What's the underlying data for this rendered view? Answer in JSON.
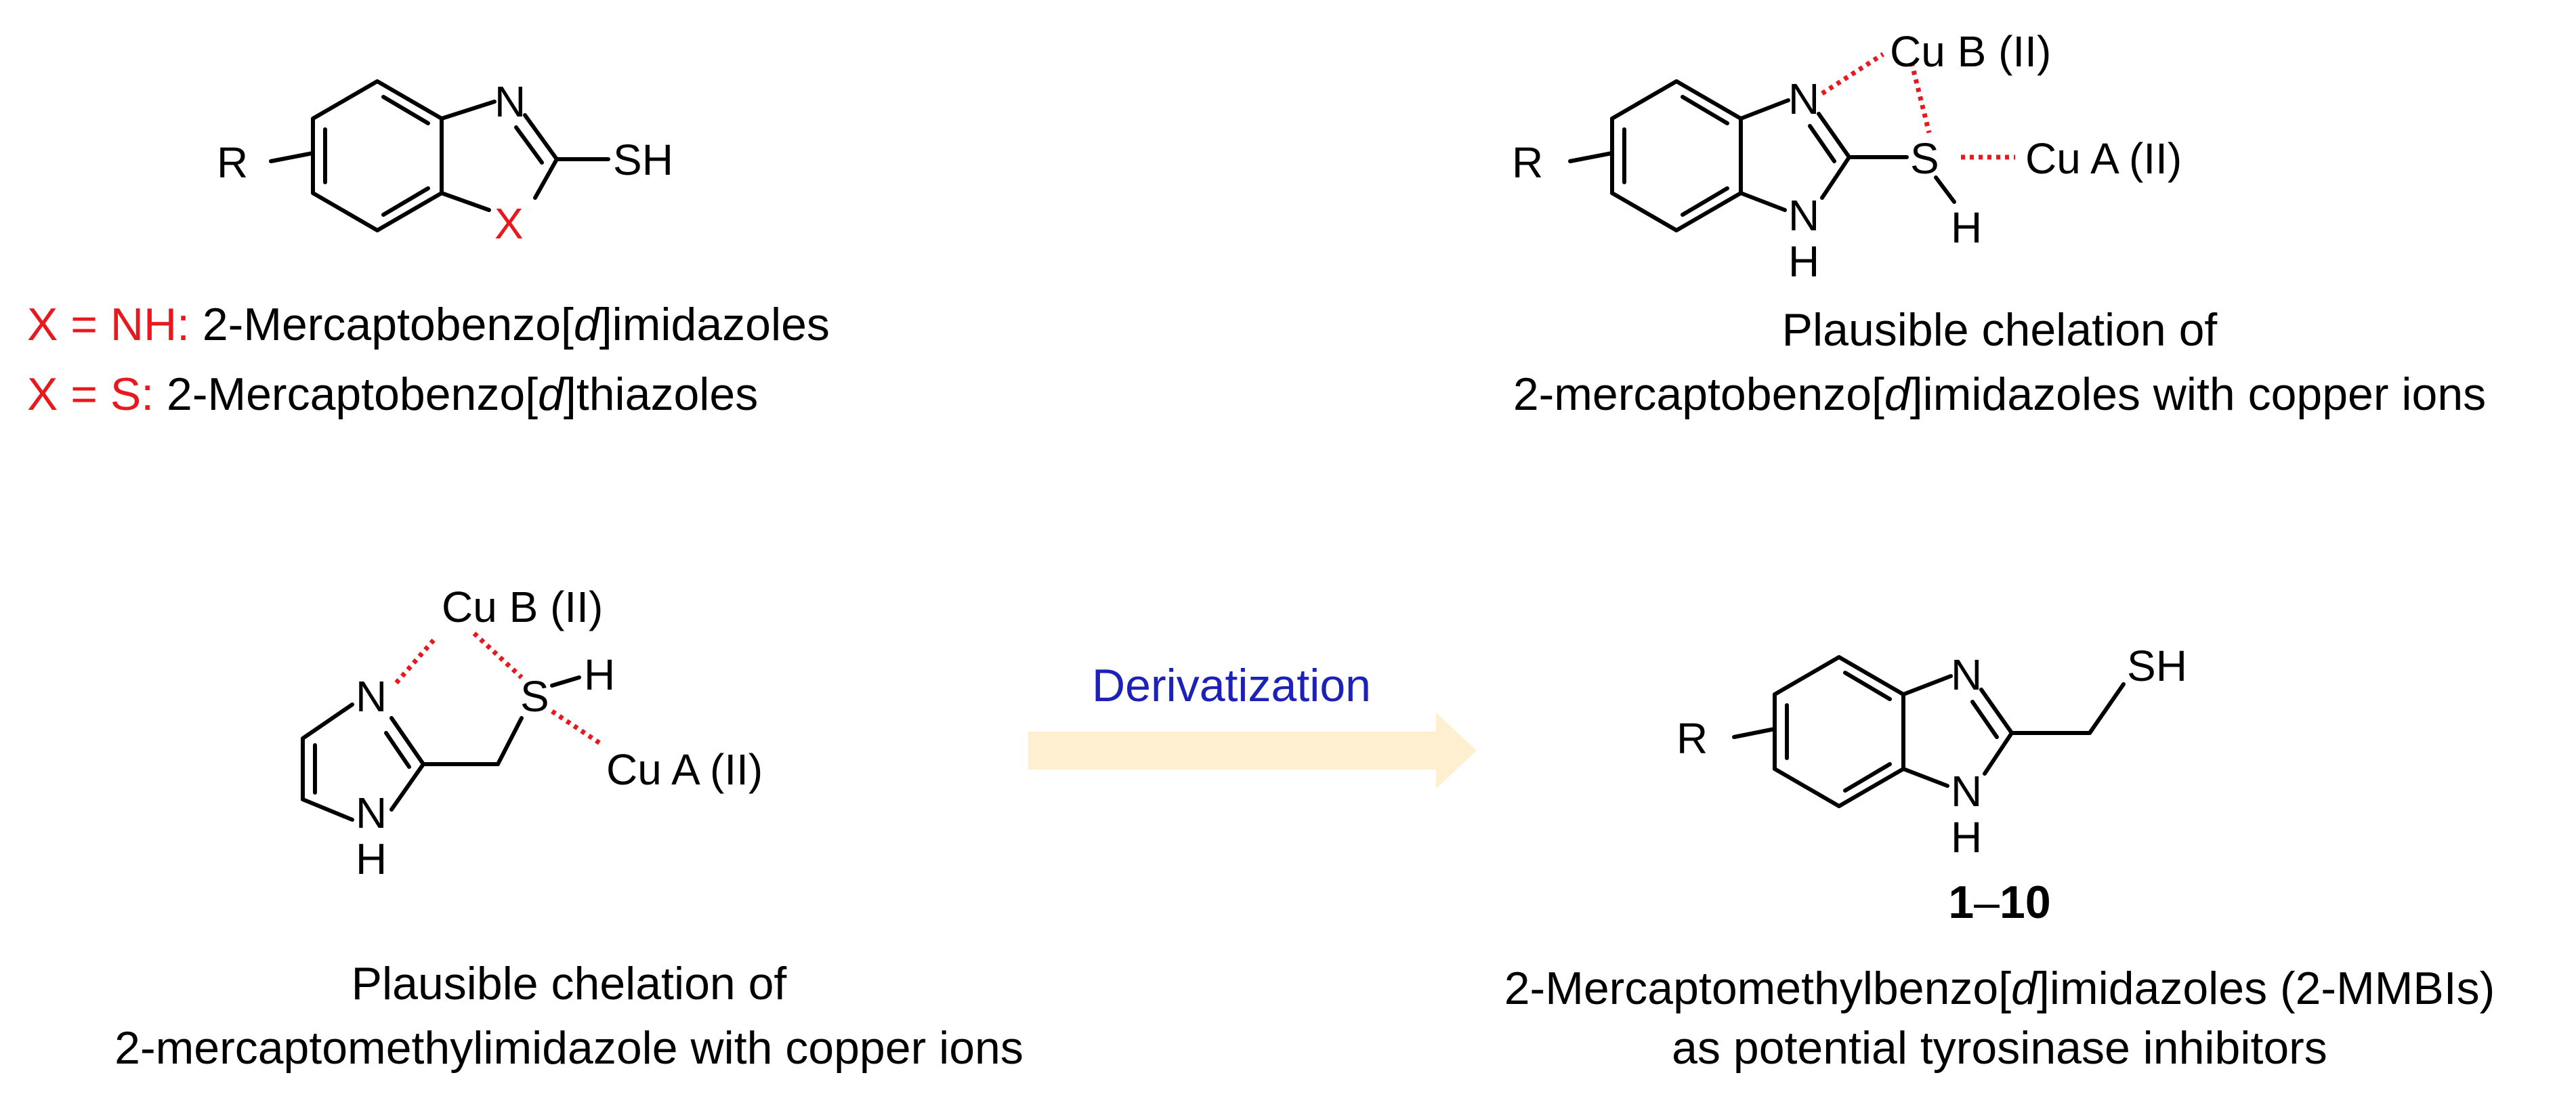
{
  "colors": {
    "hetero_highlight": "#e8191e",
    "arrow_label": "#1c22b8",
    "arrow_fill": "#fdefcf",
    "bonds": "#000000"
  },
  "panel_top_left": {
    "atom_R": "R",
    "atom_N": "N",
    "atom_X": "X",
    "atom_SH": "SH",
    "legend": [
      {
        "prefix": "X = NH:",
        "name_before": " 2-Mercaptobenzo[",
        "italic": "d",
        "name_after": "]imidazoles"
      },
      {
        "prefix": "X = S:",
        "name_before": " 2-Mercaptobenzo[",
        "italic": "d",
        "name_after": "]thiazoles"
      }
    ]
  },
  "panel_top_right": {
    "atom_R": "R",
    "atom_N": "N",
    "atom_NH_N": "N",
    "atom_NH_H": "H",
    "atom_S": "S",
    "atom_SH_H": "H",
    "cu_b": "Cu B (II)",
    "cu_a": "Cu A (II)",
    "caption_line1": "Plausible chelation of",
    "caption_line2_before": "2-mercaptobenzo[",
    "caption_line2_italic": "d",
    "caption_line2_after": "]imidazoles with copper ions"
  },
  "panel_bottom_left": {
    "cu_b": "Cu B (II)",
    "cu_a": "Cu A (II)",
    "atom_S": "S",
    "atom_SH_H": "H",
    "atom_N": "N",
    "atom_NH_N": "N",
    "atom_NH_H": "H",
    "caption_line1": "Plausible chelation of",
    "caption_line2": "2-mercaptomethylimidazole with copper ions"
  },
  "arrow": {
    "label": "Derivatization"
  },
  "panel_bottom_right": {
    "atom_R": "R",
    "atom_N": "N",
    "atom_NH_N": "N",
    "atom_NH_H": "H",
    "atom_SH": "SH",
    "compound_start": "1",
    "compound_dash": "–",
    "compound_end": "10",
    "caption_line1_before": "2-Mercaptomethylbenzo[",
    "caption_line1_italic": "d",
    "caption_line1_after": "]imidazoles (2-MMBIs)",
    "caption_line2": "as potential tyrosinase inhibitors"
  }
}
